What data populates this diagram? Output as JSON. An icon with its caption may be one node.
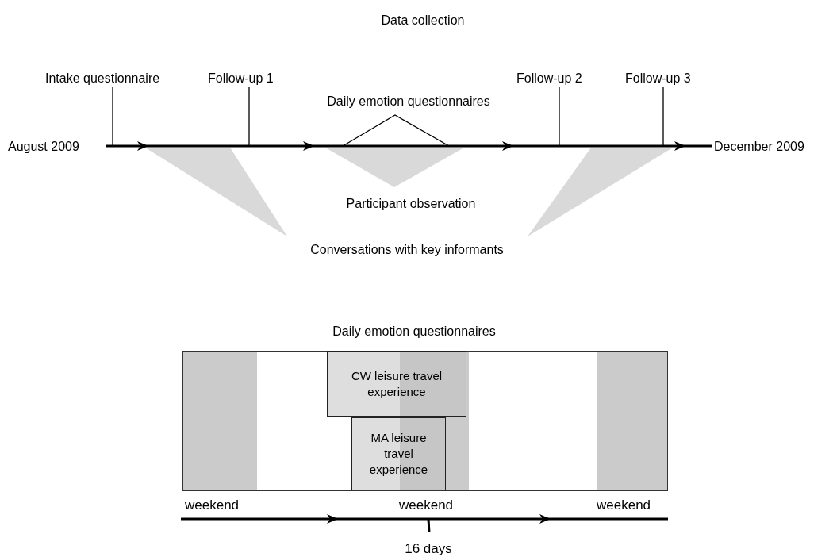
{
  "diagram": {
    "title": "Data collection",
    "nodes": [
      {
        "text": [
          "Intake questionnaire"
        ]
      },
      {
        "text": [
          "Follow-up 1"
        ]
      },
      {
        "text": [
          "Follow-up 2"
        ]
      },
      {
        "text": [
          "Follow-up 3"
        ]
      },
      {
        "text": [
          "Daily emotion questionnaires"
        ]
      },
      {
        "text": [
          "CW leisure travel experience"
        ],
        "in": 4
      },
      {
        "text": [
          "MA leisure travel experience"
        ],
        "in": 4
      }
    ],
    "edges": [
      {
        "from": 0,
        "to": null,
        "arrow": "none"
      },
      {
        "from": 1,
        "to": null,
        "arrow": "none"
      },
      {
        "from": 2,
        "to": null,
        "arrow": "none"
      },
      {
        "from": 3,
        "to": null,
        "arrow": "none"
      }
    ],
    "labels": [
      "August 2009",
      "Daily emotion questionnaires",
      "December 2009",
      "Participant observation",
      "Conversations with key informants",
      "weekend",
      "weekend",
      "weekend",
      "16 days"
    ]
  }
}
